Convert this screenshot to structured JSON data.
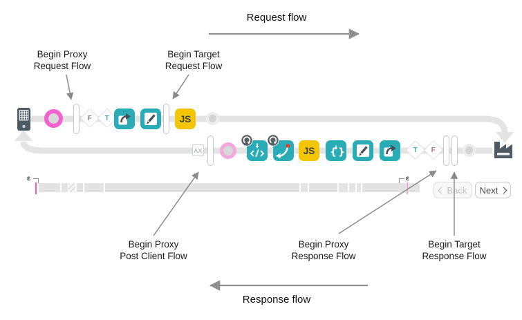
{
  "flow": {
    "request_label": "Request flow",
    "response_label": "Response flow"
  },
  "annotations": {
    "proxy_request": {
      "line1": "Begin Proxy",
      "line2": "Request Flow"
    },
    "target_request": {
      "line1": "Begin Target",
      "line2": "Request Flow"
    },
    "post_client": {
      "line1": "Begin Proxy",
      "line2": "Post Client Flow"
    },
    "proxy_response": {
      "line1": "Begin Proxy",
      "line2": "Response Flow"
    },
    "target_response": {
      "line1": "Begin Target",
      "line2": "Response Flow"
    }
  },
  "steps": {
    "js_label": "JS",
    "ax_label": "AX",
    "condition_true": "T",
    "condition_false": "F",
    "brace_open": "{",
    "brace_close": "}"
  },
  "icons": {
    "client": "smartphone-icon",
    "target": "factory-icon",
    "callout": "paper-with-forward-arrow-icon",
    "edit": "paper-with-pencil-icon",
    "code": "code-markup-with-down-arrow-icon",
    "route": "curved-arrow-with-red-dot-icon",
    "braces": "curly-braces-with-down-arrow-icon",
    "badge": "clockwise-replay-arrow-badge"
  },
  "timeline": {
    "epsilon_left": "ε",
    "epsilon_right": "ε",
    "segments": [
      [
        1,
        31
      ],
      [
        34,
        9
      ],
      [
        44,
        10,
        1
      ],
      [
        56,
        9
      ],
      [
        67,
        28
      ],
      [
        97,
        281
      ],
      [
        380,
        10
      ],
      [
        392,
        41
      ],
      [
        435,
        13
      ],
      [
        450,
        9
      ],
      [
        461,
        6
      ],
      [
        469,
        63
      ],
      [
        534,
        18
      ]
    ]
  },
  "buttons": {
    "back": "Back",
    "next": "Next"
  },
  "colors": {
    "teal": "#2aacb6",
    "yellow": "#f3c502",
    "pink": "#f161cf",
    "pink_light": "#f4a8de",
    "pipe": "#e4e4e4",
    "slate": "#4d5a63",
    "red_dot": "#e8391d",
    "arrow_gray": "#8a8a8a"
  }
}
